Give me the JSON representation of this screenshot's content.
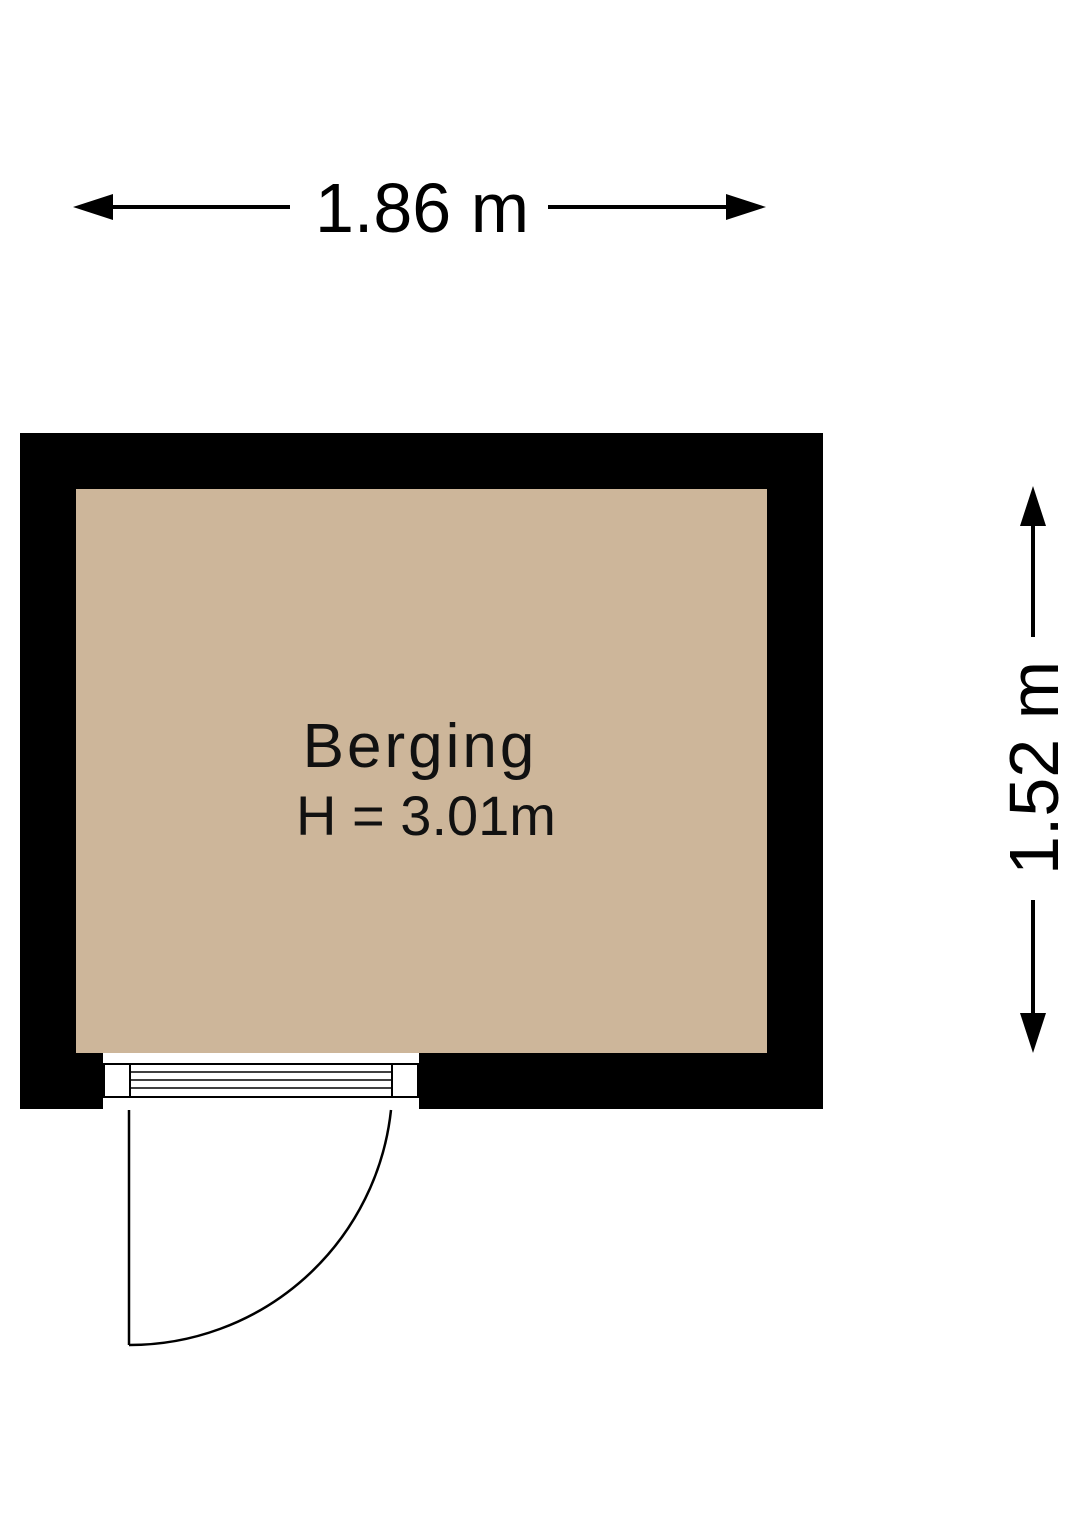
{
  "plan": {
    "room": {
      "name": "Berging",
      "height_label": "H = 3.01m",
      "floor_color": "#cdb69a"
    },
    "dimensions": {
      "width_label": "1.86 m",
      "depth_label": "1.52 m"
    },
    "colors": {
      "wall": "#000000",
      "background": "#ffffff"
    }
  }
}
